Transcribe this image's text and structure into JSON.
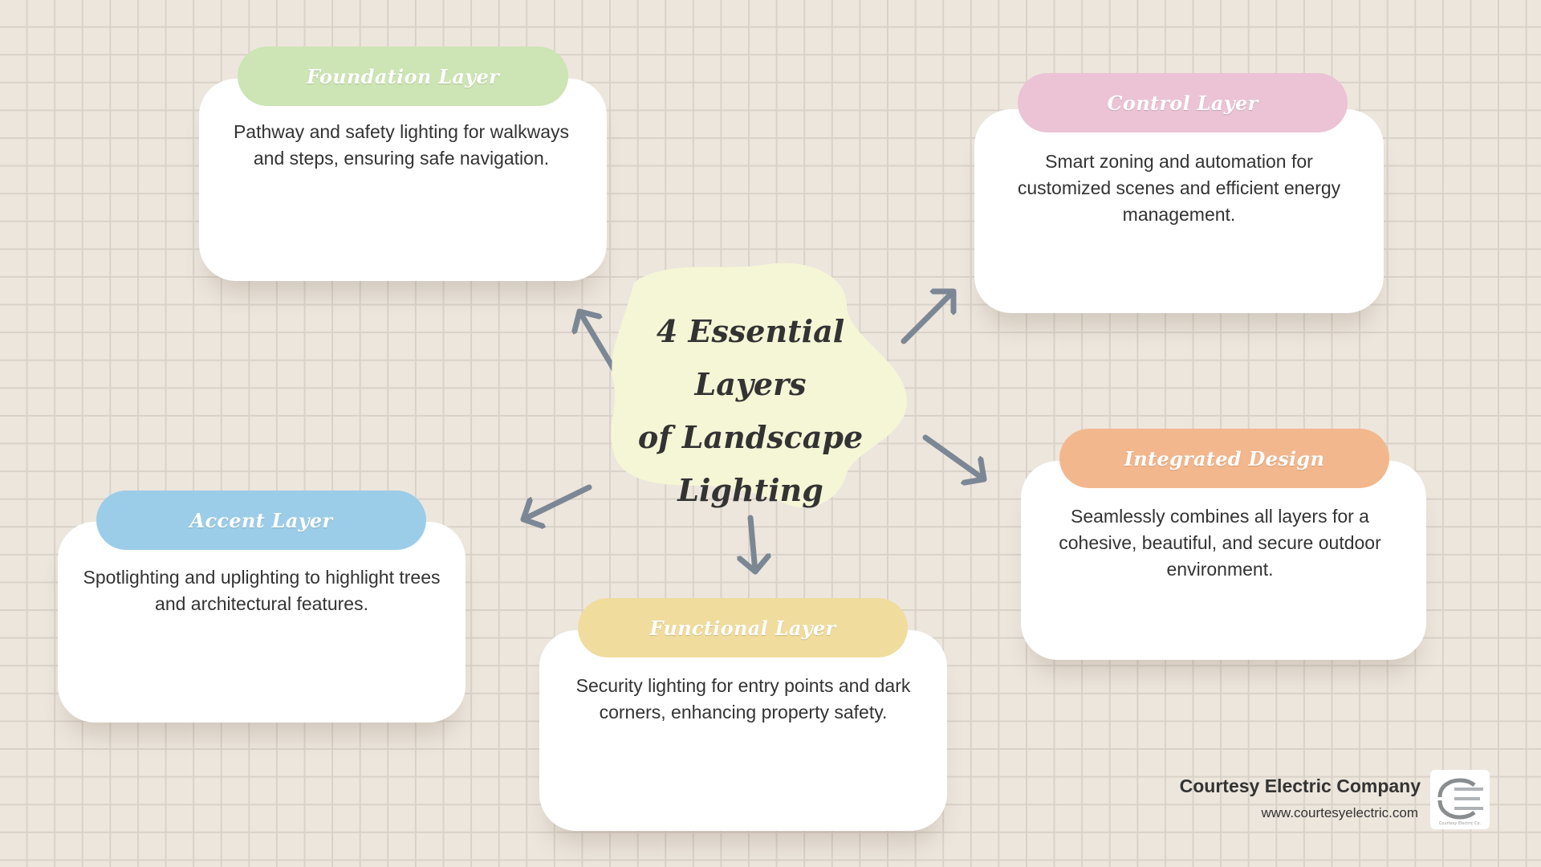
{
  "title": "4 Essential Layers of Landscape Lighting",
  "title_lines": [
    "4 Essential Layers",
    "of Landscape",
    "Lighting"
  ],
  "layers": [
    {
      "name": "Foundation Layer",
      "description": "Pathway and safety lighting for walkways and steps, ensuring safe navigation.",
      "color": "#cde4b4"
    },
    {
      "name": "Control Layer",
      "description": "Smart zoning and automation for customized scenes and efficient energy management.",
      "color": "#ebc3d4"
    },
    {
      "name": "Integrated Design",
      "description": "Seamlessly combines all layers for a cohesive, beautiful, and secure outdoor environment.",
      "color": "#f2b78d"
    },
    {
      "name": "Functional Layer",
      "description": "Security lighting for entry points and dark corners, enhancing property safety.",
      "color": "#f0dc9d"
    },
    {
      "name": "Accent Layer",
      "description": "Spotlighting and uplighting to highlight trees and architectural features.",
      "color": "#9ccde8"
    }
  ],
  "footer": {
    "company": "Courtesy Electric Company",
    "url": "www.courtesyelectric.com",
    "logo_text": "Courtesy Electric Co."
  },
  "colors": {
    "background": "#ede6dd",
    "grid": "#d9d2c9",
    "center_blob": "#f5f6d6",
    "arrow": "#7b8794",
    "text": "#333333"
  }
}
